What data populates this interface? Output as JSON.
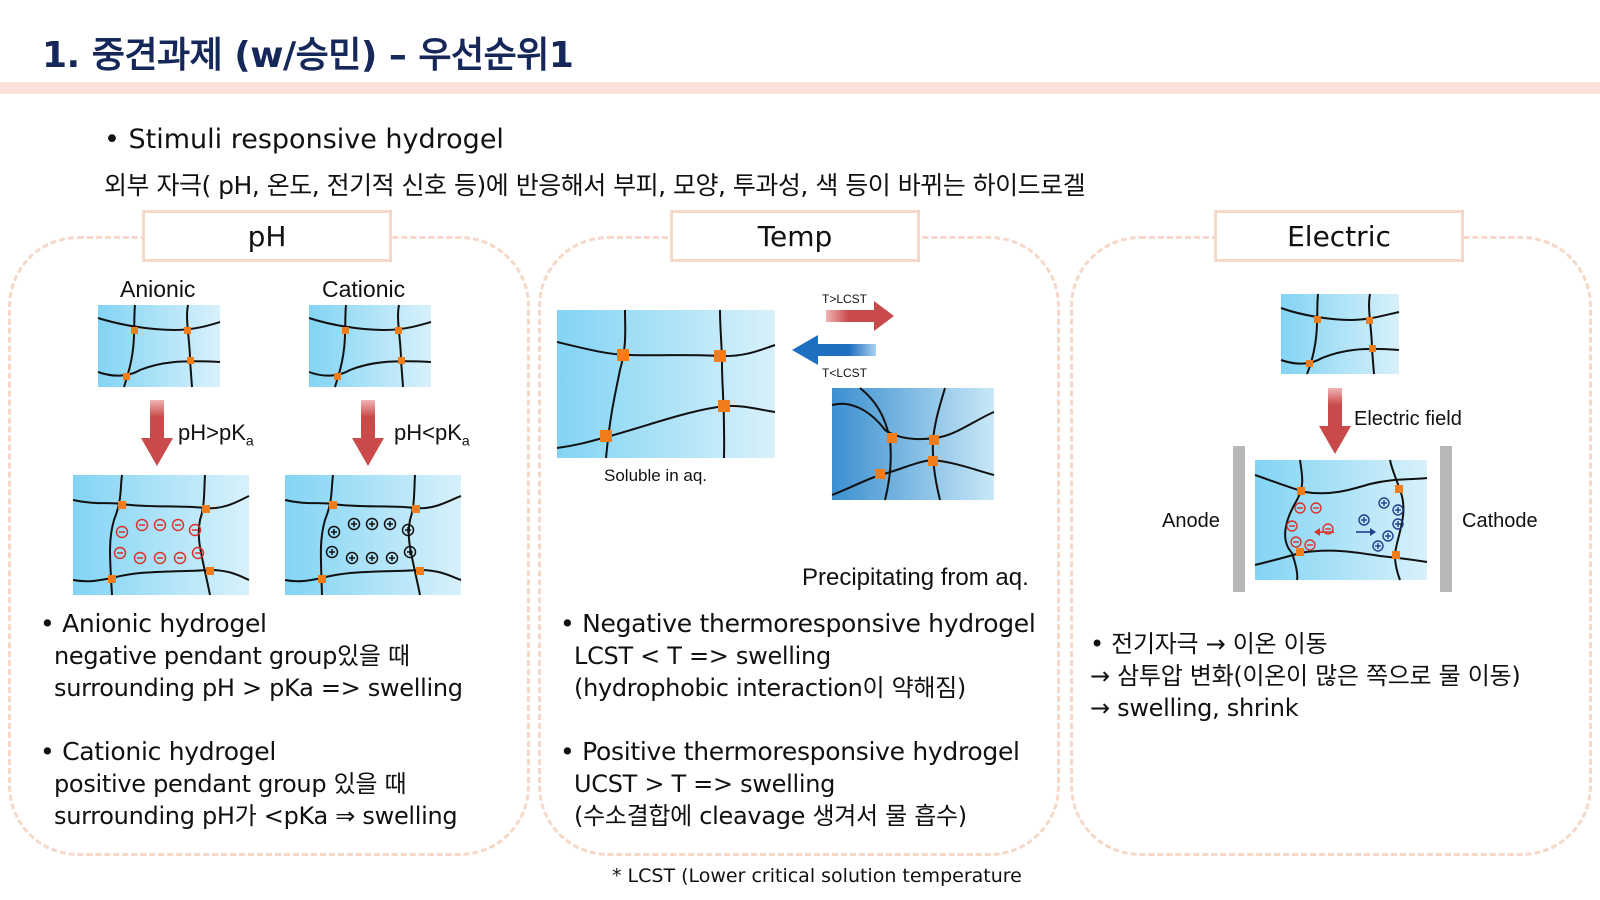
{
  "header": {
    "title": "1. 중견과제 (w/승민) – 우선순위1"
  },
  "intro": {
    "bullet": "• Stimuli responsive hydrogel",
    "description": "외부 자극( pH, 온도, 전기적 신호 등)에 반응해서 부피, 모양, 투과성, 색 등이 바뀌는 하이드로겔"
  },
  "panels": {
    "ph": {
      "tab_label": "pH",
      "anionic_label": "Anionic",
      "cationic_label": "Cationic",
      "arrow_left_label": "pH>pK",
      "arrow_left_sub": "a",
      "arrow_right_label": "pH<pK",
      "arrow_right_sub": "a",
      "anionic_heading": "• Anionic hydrogel",
      "anionic_line1": "negative pendant group있을 때",
      "anionic_line2": "surrounding pH > pKa => swelling",
      "cationic_heading": "• Cationic hydrogel",
      "cationic_line1": "positive pendant group 있을 때",
      "cationic_line2": "surrounding pH가 <pKa ⇒ swelling"
    },
    "temp": {
      "tab_label": "Temp",
      "arrow_top_label": "T>LCST",
      "arrow_bottom_label": "T<LCST",
      "soluble_label": "Soluble in aq.",
      "precip_label": "Precipitating from aq.",
      "neg_heading": "• Negative thermoresponsive hydrogel",
      "neg_line1": "LCST < T => swelling",
      "neg_line2": "(hydrophobic interaction이 약해짐)",
      "pos_heading": "• Positive thermoresponsive hydrogel",
      "pos_line1": "UCST > T => swelling",
      "pos_line2": "(수소결합에 cleavage 생겨서 물 흡수)"
    },
    "electric": {
      "tab_label": "Electric",
      "field_label": "Electric field",
      "anode_label": "Anode",
      "cathode_label": "Cathode",
      "line1": "• 전기자극 → 이온 이동",
      "line2": "→ 삼투압 변화(이온이 많은 쪽으로 물 이동)",
      "line3": "→ swelling, shrink"
    }
  },
  "footnote": "* LCST (Lower critical solution temperature",
  "colors": {
    "title": "#16285a",
    "accent_bar": "#fbe3d9",
    "panel_border": "#f6d8c8",
    "gel_light": "#cfeefa",
    "gel_mid": "#7fd3f3",
    "crosslink": "#f07d1a",
    "arrow_red": "#c94a4a",
    "arrow_blue": "#1f6fc0"
  }
}
